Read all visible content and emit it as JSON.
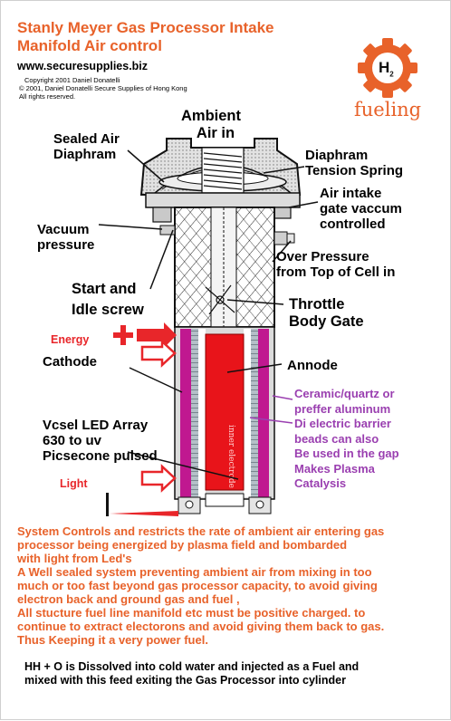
{
  "title_lines": [
    "Stanly Meyer Gas Processor Intake",
    "Manifold Air control"
  ],
  "website": "www.securesupplies.biz",
  "copyright_lines": [
    "Copyright 2001 Daniel Donatelli",
    "© 2001, Daniel Donatelli Secure Supplies of Hong Kong",
    " All rights reserved."
  ],
  "logo": {
    "label": "fueling",
    "badge": "H",
    "badge_sub": "2",
    "color": "#e8622a"
  },
  "labels": {
    "ambient_air": [
      "Ambient",
      "Air in"
    ],
    "sealed_diaphram": [
      "Sealed Air",
      "Diaphram"
    ],
    "tension_spring": [
      "Diaphram",
      "Tension Spring"
    ],
    "air_intake_gate": [
      "Air intake",
      "gate vaccum",
      "controlled"
    ],
    "vacuum_pressure": [
      "Vacuum",
      "pressure"
    ],
    "over_pressure": [
      "Over Pressure",
      "from Top of Cell in"
    ],
    "start_idle": [
      "Start and",
      "Idle screw"
    ],
    "throttle": [
      "Throttle",
      "Body Gate"
    ],
    "energy": "Energy",
    "cathode": "Cathode",
    "annode": "Annode",
    "vcsel": [
      "Vcsel LED Array",
      "630 to uv",
      "Picsecone pulsed"
    ],
    "light": "Light",
    "tube_text": "inner electrode"
  },
  "barrier_note": [
    "Ceramic/quartz or",
    "preffer aluminum",
    "Di electric barrier",
    "beads can also",
    "Be used in the gap",
    "Makes Plasma",
    "Catalysis"
  ],
  "system_paragraph": [
    "System Controls and  restricts the rate of ambient air  entering gas",
    "processor being energized by plasma field and  bombarded",
    "with light from Led's",
    "A Well sealed system preventing ambient air from mixing in too",
    "much or too fast  beyond gas processor capacity, to avoid giving",
    "electron back and ground gas and fuel ,",
    "All stucture fuel line manifold etc must be positive charged. to",
    "continue to extract electorons and avoid giving them back to gas.",
    "Thus Keeping it a very power fuel."
  ],
  "bottom_note": [
    "HH + O is Dissolved into cold water and injected as a Fuel and",
    "mixed with this feed exiting the Gas Processor into cylinder"
  ],
  "colors": {
    "orange": "#e8622a",
    "purple": "#9a3fb0",
    "red": "#e8262a",
    "magenta": "#c01890"
  }
}
